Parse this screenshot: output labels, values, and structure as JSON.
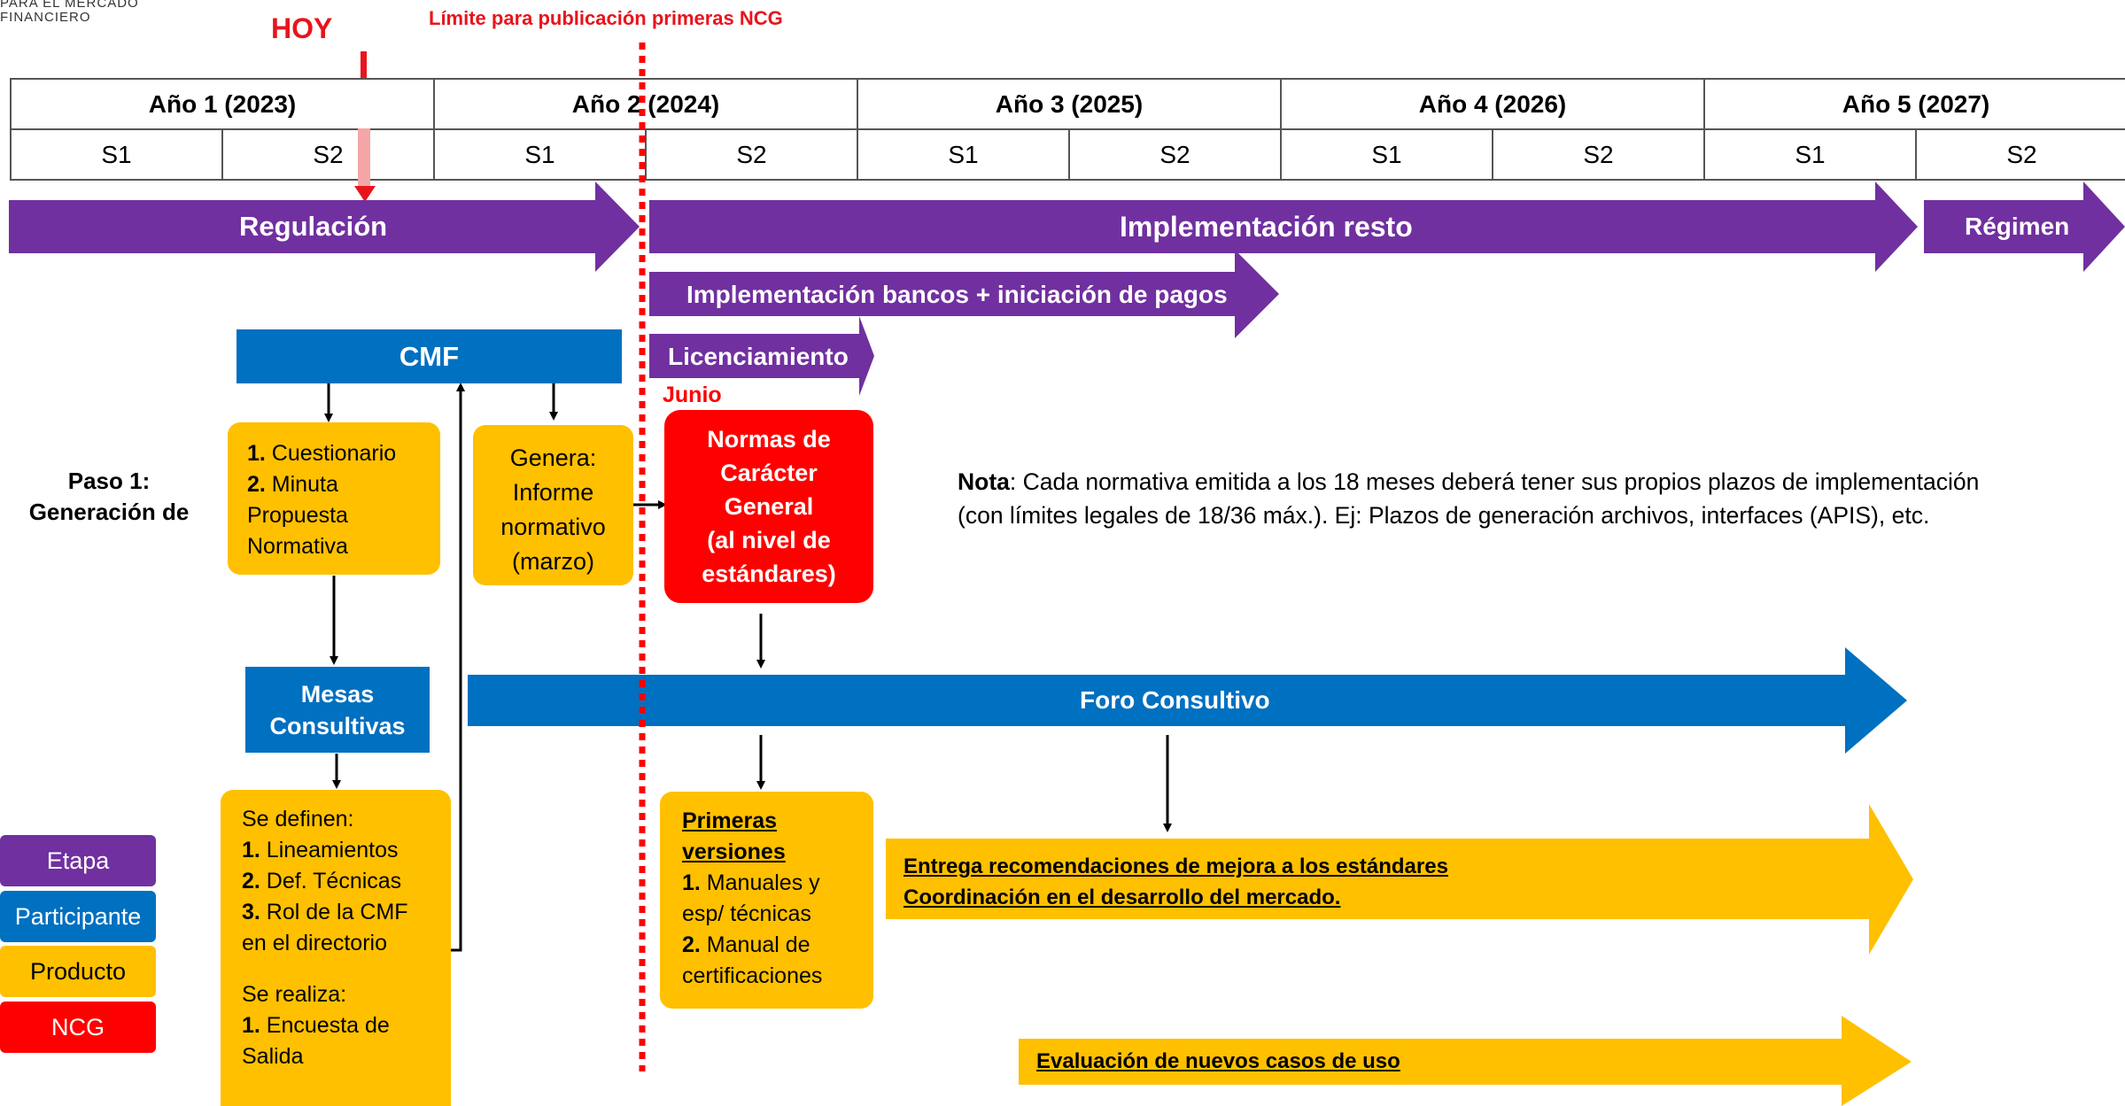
{
  "header": {
    "logo_line1": "PARA EL MERCADO",
    "logo_line2": "FINANCIERO",
    "today_label": "HOY",
    "limit_label": "Límite para publicación primeras NCG"
  },
  "timeline": {
    "years": [
      "Año 1 (2023)",
      "Año 2 (2024)",
      "Año 3 (2025)",
      "Año 4 (2026)",
      "Año 5 (2027)"
    ],
    "semesters": [
      "S1",
      "S2",
      "S1",
      "S2",
      "S1",
      "S2",
      "S1",
      "S2",
      "S1",
      "S2"
    ]
  },
  "stages": {
    "regulacion": "Regulación",
    "implementacion_resto": "Implementación resto",
    "regimen": "Régimen",
    "implementacion_bancos": "Implementación bancos + iniciación de pagos",
    "licenciamiento": "Licenciamiento"
  },
  "participants": {
    "cmf": "CMF",
    "mesas_line1": "Mesas",
    "mesas_line2": "Consultivas",
    "foro": "Foro Consultivo"
  },
  "step": {
    "line1": "Paso 1:",
    "line2": "Generación de"
  },
  "products": {
    "cuestionario": {
      "n1": "1.",
      "t1": " Cuestionario",
      "n2": "2.",
      "t2": " Minuta",
      "t3": "Propuesta",
      "t4": "Normativa"
    },
    "informe": [
      "Genera:",
      "Informe",
      "normativo",
      "(marzo)"
    ],
    "mesas_output": {
      "l1": "Se definen:",
      "n2": "1.",
      "t2": " Lineamientos",
      "n3": "2.",
      "t3": " Def. Técnicas",
      "n4": "3.",
      "t4": " Rol de la CMF",
      "l5": "en el directorio",
      "l6": "Se realiza:",
      "n7": "1.",
      "t7": " Encuesta de",
      "l8": "Salida"
    },
    "primeras": {
      "h1": "Primeras",
      "h2": "versiones",
      "n1": "1.",
      "t1": " Manuales y",
      "l2": "esp/ técnicas",
      "n3": "2.",
      "t3": " Manual de",
      "l4": "certificaciones"
    },
    "entrega_line1": "Entrega recomendaciones de mejora a los estándares",
    "entrega_line2": "Coordinación en el desarrollo del mercado.",
    "evaluacion": "Evaluación de nuevos casos de uso"
  },
  "ncg": {
    "month": "Junio",
    "lines": [
      "Normas de",
      "Carácter",
      "General",
      "(al nivel de",
      "estándares)"
    ]
  },
  "note": {
    "label": "Nota",
    "line1": ": Cada normativa emitida a los 18 meses deberá tener sus propios plazos de implementación",
    "line2": "(con límites legales de 18/36 máx.). Ej: Plazos de generación archivos, interfaces (APIS), etc."
  },
  "legend": [
    "Etapa",
    "Participante",
    "Producto",
    "NCG"
  ],
  "colors": {
    "stage": "#7030a0",
    "participant": "#0070c0",
    "product": "#ffc000",
    "ncg": "#ff0000",
    "today": "#e8141c"
  }
}
